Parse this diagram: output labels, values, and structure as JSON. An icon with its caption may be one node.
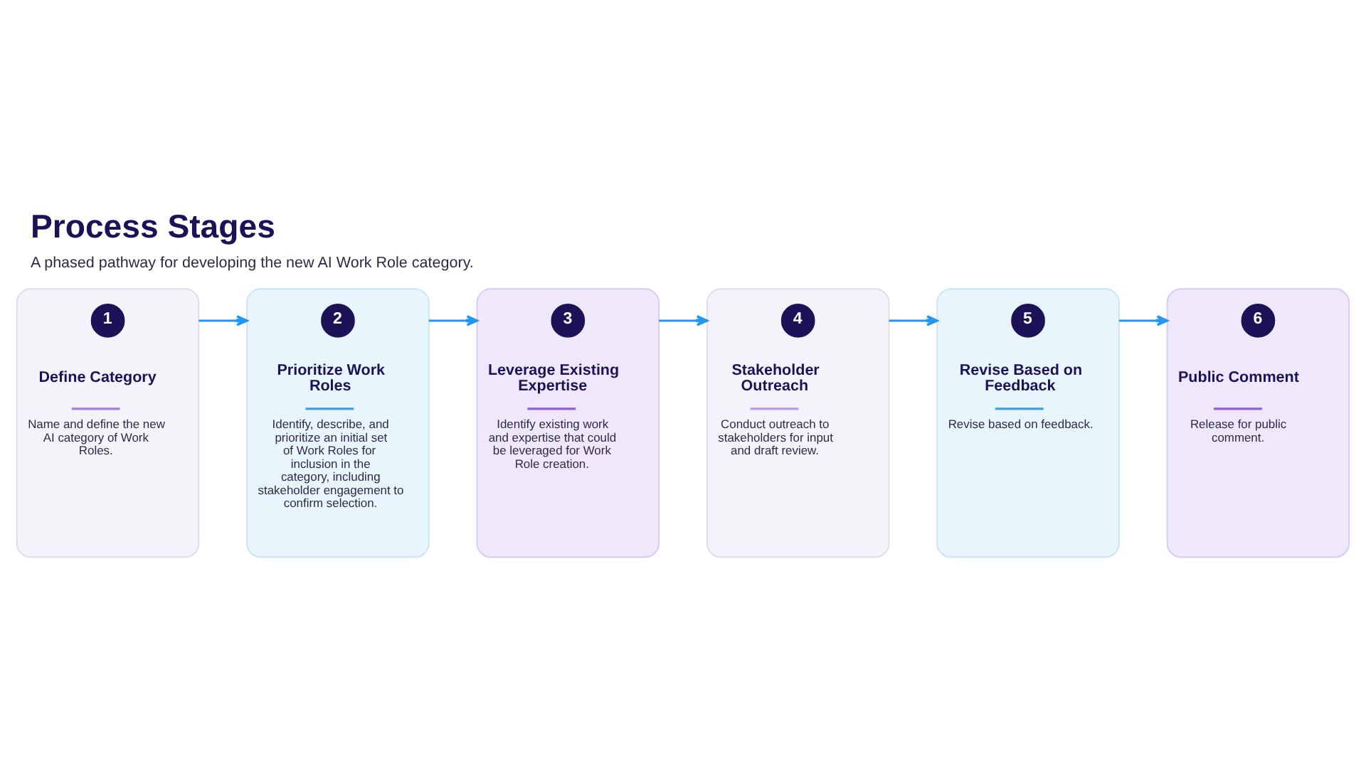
{
  "diagram": {
    "title": "Process Stages",
    "caption": "A phased pathway for developing the new AI Work Role category.",
    "nodes": [
      {
        "text": [
          "Define Category",
          "Name and define the new AI category of Work Roles."
        ]
      },
      {
        "text": [
          "1"
        ],
        "in": 0
      },
      {
        "text": [
          "Prioritize Work Roles",
          "Identify, describe, and prioritize an initial set of Work Roles for inclusion in the category, including stakeholder engagement to confirm selection."
        ]
      },
      {
        "text": [
          "2"
        ],
        "in": 2
      },
      {
        "text": [
          "Leverage Existing Expertise",
          "Identify existing work and expertise that could be leveraged for Work Role creation."
        ]
      },
      {
        "text": [
          "3"
        ],
        "in": 4
      },
      {
        "text": [
          "Stakeholder Outreach",
          "Conduct outreach to stakeholders for input and draft review."
        ]
      },
      {
        "text": [
          "4"
        ],
        "in": 6
      },
      {
        "text": [
          "Revise Based on Feedback",
          "Revise based on feedback."
        ]
      },
      {
        "text": [
          "5"
        ],
        "in": 8
      },
      {
        "text": [
          "Public Comment",
          "Release for public comment."
        ]
      },
      {
        "text": [
          "6"
        ],
        "in": 10
      }
    ],
    "edges": [
      {
        "from": 0,
        "to": 2,
        "arrow": "to"
      },
      {
        "from": 2,
        "to": 4,
        "arrow": "to"
      },
      {
        "from": 4,
        "to": 6,
        "arrow": "to"
      },
      {
        "from": 6,
        "to": 8,
        "arrow": "to"
      },
      {
        "from": 8,
        "to": 10,
        "arrow": "to"
      }
    ]
  }
}
